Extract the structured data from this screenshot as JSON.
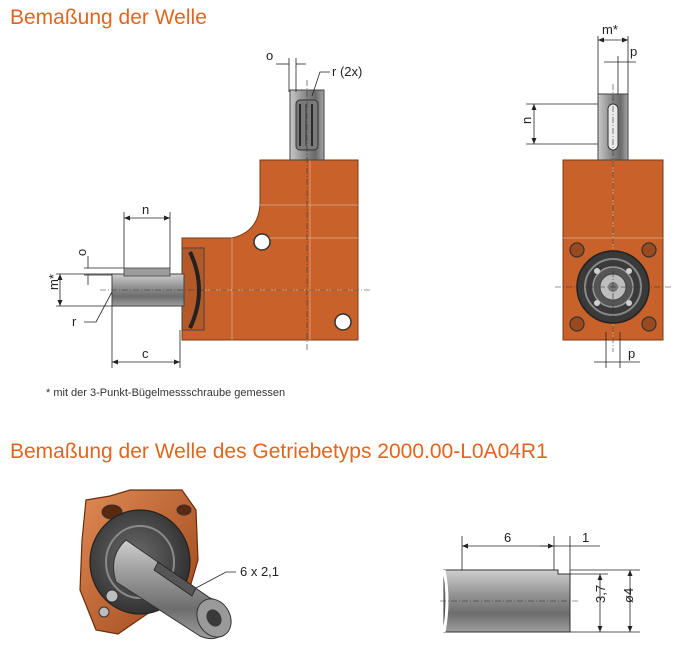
{
  "headings": {
    "top": "Bemaßung der Welle",
    "bottom": "Bemaßung der Welle des Getriebetyps 2000.00-L0A04R1"
  },
  "note": "*  mit der 3-Punkt-Bügelmessschraube gemessen",
  "side_view": {
    "label_o_top": "o",
    "label_r2x": "r (2x)",
    "label_n": "n",
    "label_o_left": "o",
    "label_m": "m*",
    "label_r": "r",
    "label_c": "c"
  },
  "front_view": {
    "label_m": "m*",
    "label_p_top": "p",
    "label_n": "n",
    "label_p_bottom": "p"
  },
  "detail_3d": {
    "label_flat": "6 x 2,1"
  },
  "detail_section": {
    "label_6": "6",
    "label_1": "1",
    "label_37": "3,7",
    "label_d4": "ø4"
  },
  "colors": {
    "accent": "#e2651f",
    "housing": "#c8622a",
    "shaft": "#8a8a8a"
  }
}
